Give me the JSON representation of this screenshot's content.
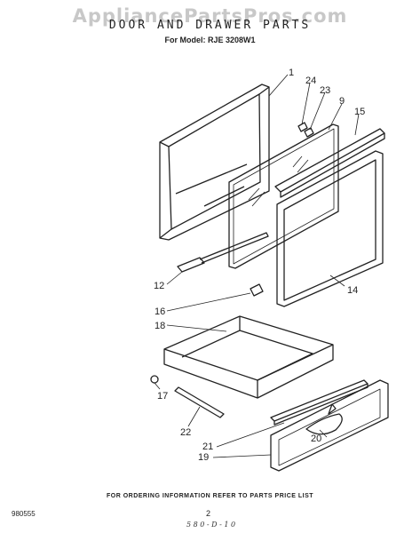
{
  "watermark": "AppliancePartsPros.com",
  "title": "DOOR AND DRAWER PARTS",
  "model": "For Model: RJE 3208W1",
  "callouts": [
    "1",
    "24",
    "23",
    "9",
    "15",
    "12",
    "14",
    "16",
    "18",
    "17",
    "22",
    "21",
    "20",
    "19"
  ],
  "footer": "FOR ORDERING INFORMATION REFER TO PARTS PRICE LIST",
  "doc_code": "980555",
  "page_number": "2",
  "handwritten_note": "5 8 0 - D - 1 0"
}
